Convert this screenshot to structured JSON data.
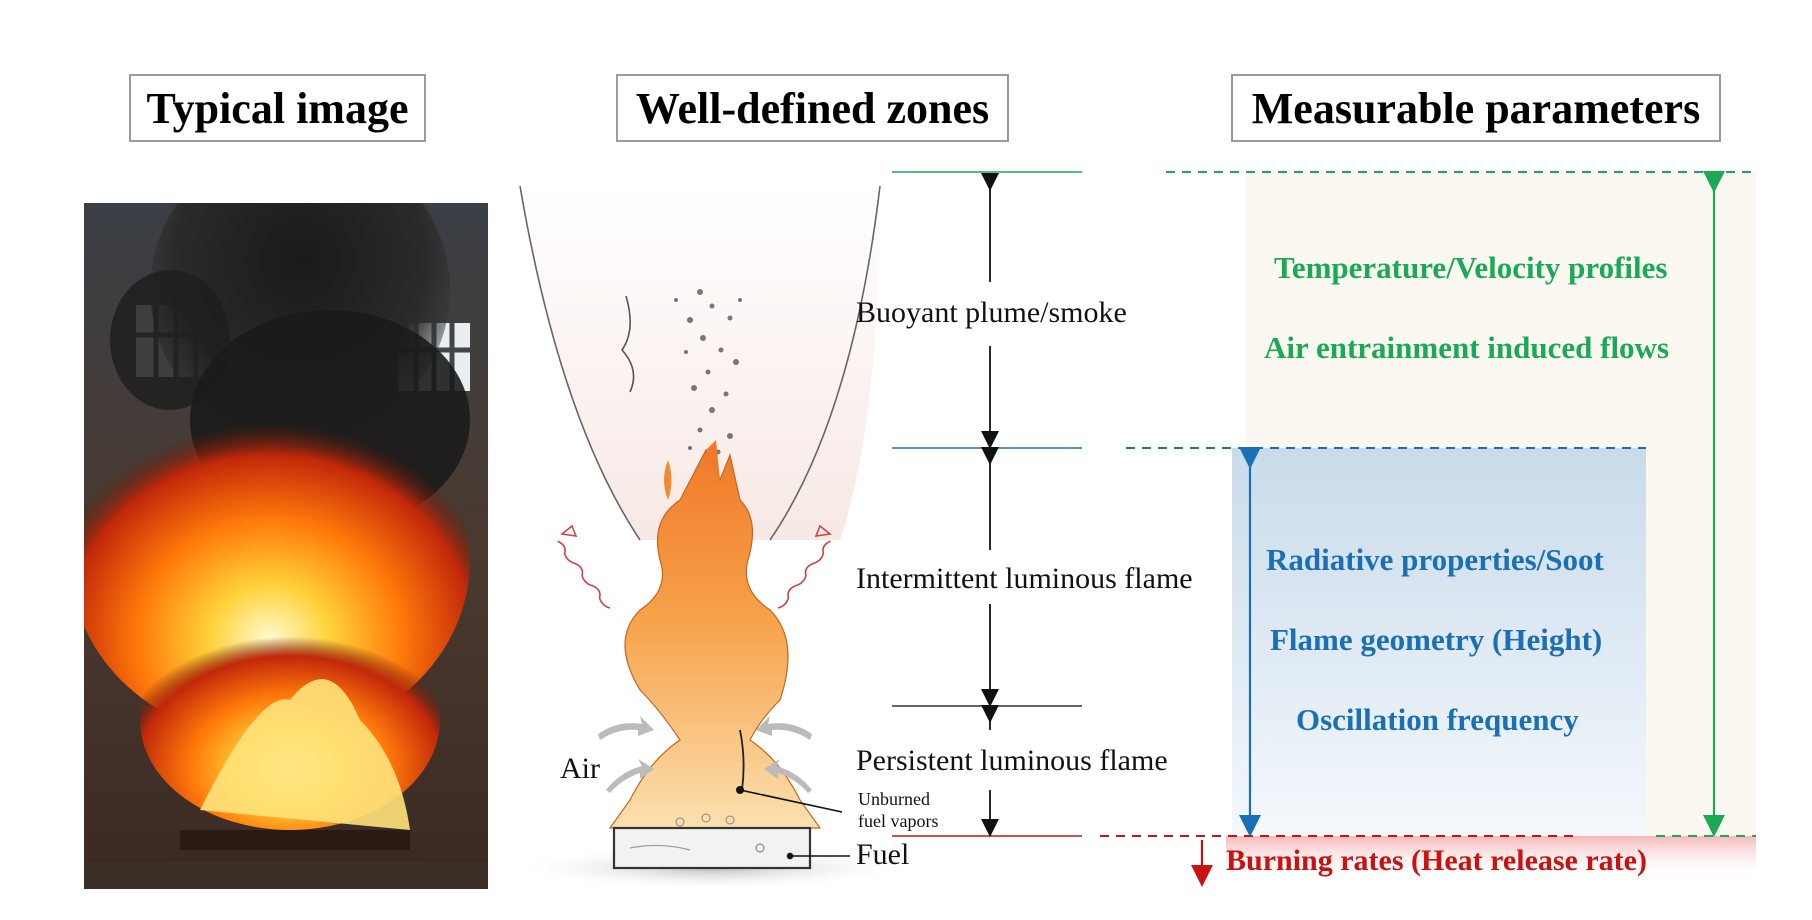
{
  "headers": {
    "typical_image": "Typical image",
    "zones": "Well-defined zones",
    "parameters": "Measurable parameters"
  },
  "zones": {
    "plume": "Buoyant plume/smoke",
    "intermittent": "Intermittent luminous flame",
    "persistent": "Persistent luminous flame",
    "fuel": "Fuel",
    "air": "Air",
    "unburned_line1": "Unburned",
    "unburned_line2": "fuel vapors"
  },
  "parameters": {
    "plume": [
      "Temperature/Velocity profiles",
      "Air entrainment induced flows"
    ],
    "flame": [
      "Radiative properties/Soot",
      "Flame geometry (Height)",
      "Oscillation frequency"
    ],
    "burning": "Burning rates  (Heat release rate)"
  },
  "colors": {
    "green": "#1aaa55",
    "blue": "#1a6fb5",
    "red": "#cc1111",
    "gray_border": "#9a9a9a"
  },
  "icons": [
    "fire-photo",
    "flame-illustration",
    "radiation-arrow-icon",
    "air-arrow-icon",
    "dimension-arrow-icon"
  ]
}
